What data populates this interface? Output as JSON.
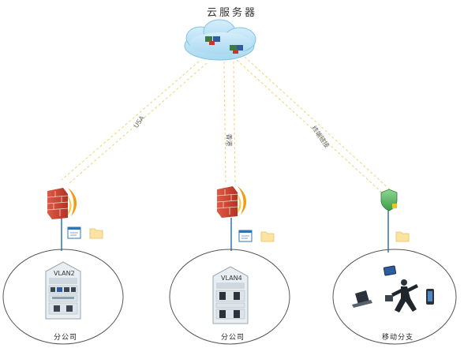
{
  "diagram": {
    "title": "云服务器",
    "links": [
      {
        "label": "USA"
      },
      {
        "label": "香港"
      },
      {
        "label": "终端链接"
      }
    ],
    "sites": [
      {
        "vlan": "VLAN2",
        "name": "分公司"
      },
      {
        "vlan": "VLAN4",
        "name": "分公司"
      },
      {
        "name": "移动分支"
      }
    ],
    "icons": [
      "cloud-icon",
      "firewall-icon",
      "shield-icon",
      "document-icon",
      "folder-icon",
      "server-rack-icon",
      "laptop-icon",
      "tablet-icon",
      "phone-icon",
      "running-person-icon"
    ],
    "colors": {
      "cloud": "#b9e1f4",
      "cloud_edge": "#7fc4e6",
      "link_line": "#f0d98a",
      "uplink": "#2e75b6",
      "ellipse": "#555555",
      "firewall": "#c0392b",
      "flame": "#f39c12",
      "shield": "#4caf50"
    }
  }
}
